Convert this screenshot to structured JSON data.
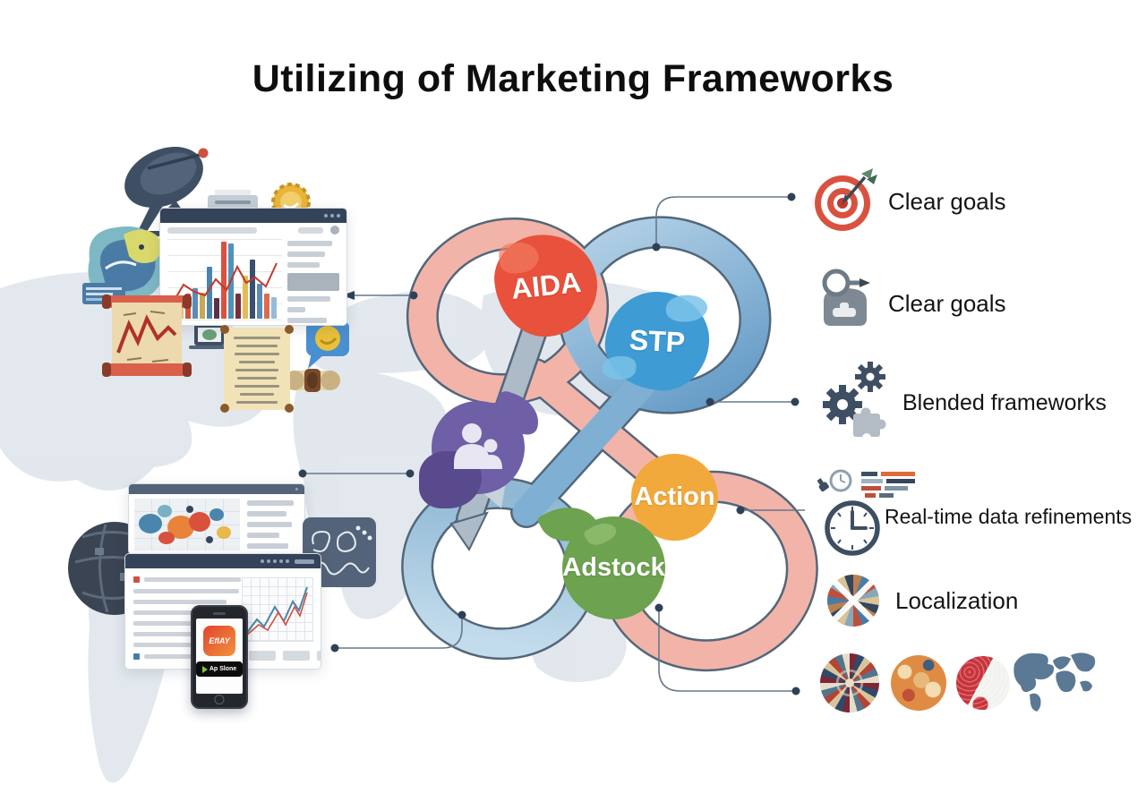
{
  "title": "Utilizing of Marketing Frameworks",
  "knot": {
    "aida": {
      "label": "AIDA",
      "color": "#e8513c"
    },
    "stp": {
      "label": "STP",
      "color": "#3f9bd3"
    },
    "action": {
      "label": "Action",
      "color": "#f2a93b"
    },
    "adstock": {
      "label": "Adstock",
      "color": "#6da24f"
    },
    "audience_color": "#6f5fa6"
  },
  "benefits": [
    {
      "icon": "target-icon",
      "label": "Clear goals"
    },
    {
      "icon": "audience-research-icon",
      "label": "Clear goals"
    },
    {
      "icon": "gears-puzzle-icon",
      "label": "Blended frameworks"
    },
    {
      "icon": "stopwatch-icon",
      "label": "Real-time data refinements"
    },
    {
      "icon": "mosaic-globe-icon",
      "label": "Localization"
    }
  ],
  "phone": {
    "app_icon_text": "EflAY",
    "store_badge_text": "Ap Slone"
  },
  "colors": {
    "connector": "#66788a",
    "dot": "#2f4156",
    "map": "#dbe2ea",
    "salmon": "#f2b4a9",
    "blue_dark": "#5e97c4",
    "blue_light": "#aecde4",
    "gray_band": "#adbac7"
  },
  "illustrations": {
    "top_dashboard_bars": [
      {
        "h": 16,
        "c": "#eee3c2"
      },
      {
        "h": 24,
        "c": "#dcc083"
      },
      {
        "h": 28,
        "c": "#d0503e"
      },
      {
        "h": 34,
        "c": "#5b8cb8"
      },
      {
        "h": 29,
        "c": "#c9a852"
      },
      {
        "h": 58,
        "c": "#4a85ad"
      },
      {
        "h": 23,
        "c": "#5d3048"
      },
      {
        "h": 86,
        "c": "#d9523f"
      },
      {
        "h": 84,
        "c": "#4f93bb"
      },
      {
        "h": 28,
        "c": "#7a2f3e"
      },
      {
        "h": 48,
        "c": "#e2bd55"
      },
      {
        "h": 66,
        "c": "#39506e"
      },
      {
        "h": 39,
        "c": "#5b8cb8"
      },
      {
        "h": 28,
        "c": "#dd6a4c"
      },
      {
        "h": 24,
        "c": "#94bcd8"
      }
    ],
    "top_sidebar_widths": [
      50,
      42,
      36,
      -1,
      48,
      20,
      44,
      50
    ],
    "map_sidebar_widths": [
      52,
      44,
      50,
      36,
      46,
      30
    ],
    "main_window_lines": [
      {
        "b": "#d0503e",
        "w": 108
      },
      {
        "w": 118
      },
      {
        "w": 104
      },
      {
        "w": 115
      },
      {
        "w": 98
      },
      {
        "w": 110
      },
      {
        "w": 84
      },
      {
        "b": "#4a7ba6",
        "w": 72
      }
    ],
    "scroll_dash_widths": [
      52,
      46,
      50,
      40,
      48,
      44,
      50,
      38,
      46
    ],
    "bottom_box_count": 4
  }
}
